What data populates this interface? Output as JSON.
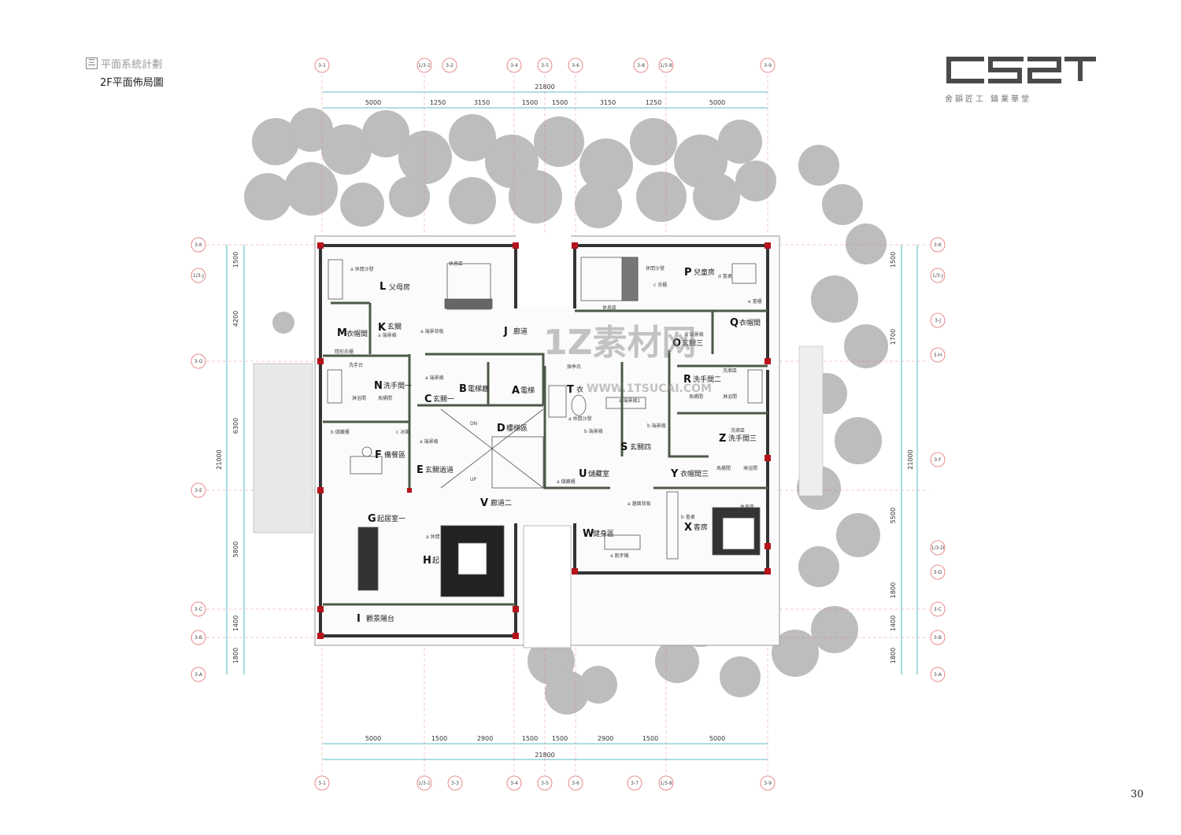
{
  "header": {
    "section_mark": "三",
    "section_title": "平面系統計劃",
    "plan_title": "2F平面佈局圖"
  },
  "logo": {
    "mark": "CSZT",
    "tagline": "舍韻匠工 鑄業華堂"
  },
  "page_number": "30",
  "watermark": {
    "main": "1Z素材网",
    "url": "WWW.1TSUCAI.COM"
  },
  "axes": {
    "top": [
      "3-1",
      "1/3-1",
      "3-2",
      "3-4",
      "3-5",
      "3-6",
      "3-8",
      "1/3-8",
      "3-9"
    ],
    "bottom": [
      "3-1",
      "1/3-1",
      "3-3",
      "3-4",
      "3-5",
      "3-6",
      "3-7",
      "1/3-8",
      "3-9"
    ],
    "left": [
      "3-K",
      "1/3-J",
      "3-G",
      "3-E",
      "3-C",
      "3-B",
      "3-A"
    ],
    "right": [
      "3-K",
      "1/3-J",
      "3-J",
      "3-H",
      "3-F",
      "1/3-D",
      "3-D",
      "3-C",
      "3-B",
      "3-A"
    ]
  },
  "dimensions": {
    "top_total": "21800",
    "top_segments": [
      "5000",
      "1250",
      "3150",
      "1500",
      "1500",
      "3150",
      "1250",
      "5000"
    ],
    "bottom_total": "21800",
    "bottom_segments": [
      "5000",
      "1500",
      "2900",
      "1500",
      "1500",
      "2900",
      "1500",
      "5000"
    ],
    "left_total": "21000",
    "left_segments": [
      "1500",
      "4200",
      "6300",
      "5800",
      "1400",
      "1800"
    ],
    "right_total": "21000",
    "right_segments": [
      "1500",
      "1700",
      "5500",
      "1800",
      "1400",
      "1800"
    ]
  },
  "rooms": [
    {
      "letter": "L",
      "name": "父母房"
    },
    {
      "letter": "K",
      "name": "玄關"
    },
    {
      "letter": "M",
      "name": "衣帽間"
    },
    {
      "letter": "J",
      "name": "廊道"
    },
    {
      "letter": "B",
      "name": "電梯廳"
    },
    {
      "letter": "A",
      "name": "電梯"
    },
    {
      "letter": "N",
      "name": "洗手間一"
    },
    {
      "letter": "C",
      "name": "玄關一"
    },
    {
      "letter": "D",
      "name": "樓梯區"
    },
    {
      "letter": "F",
      "name": "備餐區"
    },
    {
      "letter": "E",
      "name": "玄關過道"
    },
    {
      "letter": "V",
      "name": "廊道二"
    },
    {
      "letter": "G",
      "name": "起居室一"
    },
    {
      "letter": "H",
      "name": "起"
    },
    {
      "letter": "I",
      "name": "觀景陽台"
    },
    {
      "letter": "P",
      "name": "兒童房"
    },
    {
      "letter": "Q",
      "name": "衣帽間"
    },
    {
      "letter": "O",
      "name": "玄關三"
    },
    {
      "letter": "R",
      "name": "洗手間二"
    },
    {
      "letter": "T",
      "name": "衣"
    },
    {
      "letter": "S",
      "name": "玄關四"
    },
    {
      "letter": "Z",
      "name": "洗手間三"
    },
    {
      "letter": "U",
      "name": "儲藏室"
    },
    {
      "letter": "Y",
      "name": "衣帽間三"
    },
    {
      "letter": "X",
      "name": "客房"
    },
    {
      "letter": "W",
      "name": "健身區"
    }
  ],
  "annotations": {
    "l_a": "a 休閒沙發",
    "l_rest": "休息區",
    "k_a": "a 端景幾",
    "m_wardrobe": "隱形衣櫃",
    "j_a": "a 端景背板",
    "b_a": "a 端景幾",
    "n_wash": "洗手台",
    "n_shower": "淋浴間",
    "n_toilet": "馬桶間",
    "n_b": "b 儲藏櫃",
    "c_a": "c 冰箱",
    "e_a": "a 端景幾",
    "stair_dn": "DN",
    "stair_up": "UP",
    "g_a": "a 休閒",
    "p_a": "休閒沙發",
    "p_c": "c 衣櫃",
    "p_d": "d 書桌",
    "p_e": "e 書櫃",
    "p_rest": "休息區",
    "o_a": "a 端景幾",
    "r_a": "洗漱區",
    "r_toilet": "馬桶間",
    "r_shower": "淋浴間",
    "t_a": "換季衣",
    "t_b": "b 端景幾",
    "t_c": "a 休閒沙發",
    "s_a": "a 端景幾1",
    "s_b": "b 端景幾",
    "z_a": "洗漱區",
    "z_toilet": "馬桶間",
    "z_shower": "淋浴間",
    "u_a": "a 儲藏櫃",
    "w_a": "a 牆面背板",
    "w_b": "a 跑步機",
    "x_a": "b 書桌",
    "x_rest": "休息區"
  }
}
